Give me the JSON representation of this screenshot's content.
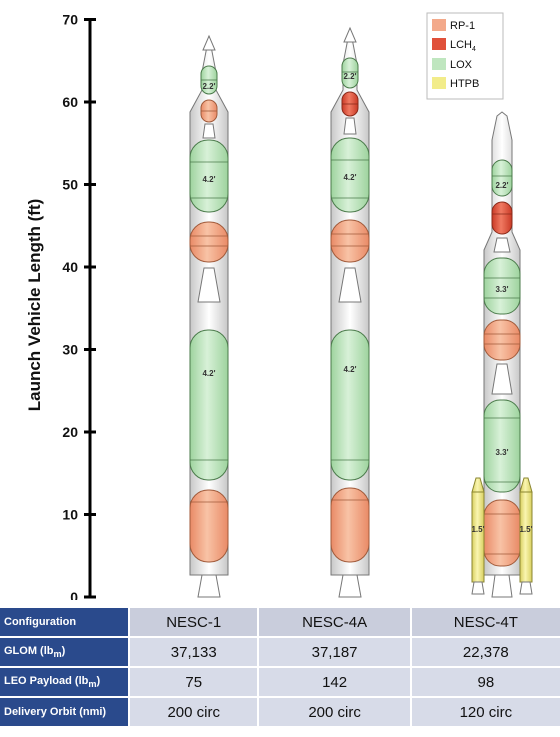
{
  "chart": {
    "y_axis_label": "Launch Vehicle Length (ft)",
    "y_ticks": [
      "0",
      "10",
      "20",
      "30",
      "40",
      "50",
      "60",
      "70"
    ],
    "legend": [
      {
        "label": "RP-1",
        "color": "#f3a98a"
      },
      {
        "label": "LCH",
        "sub": "4",
        "color": "#e0503a"
      },
      {
        "label": "LOX",
        "color": "#bfe6bf"
      },
      {
        "label": "HTPB",
        "color": "#f2ec8a"
      }
    ],
    "diameter_labels": {
      "v1_upper": "2.2'",
      "v1_mid": "4.2'",
      "v1_low": "4.2'",
      "v2_upper": "2.2'",
      "v2_mid": "4.2'",
      "v2_low": "4.2'",
      "v3_upper": "2.2'",
      "v3_mid": "3.3'",
      "v3_low": "3.3'",
      "v3_booster": "1.5'"
    }
  },
  "table": {
    "rows": [
      {
        "label": "Configuration",
        "values": [
          "NESC-1",
          "NESC-4A",
          "NESC-4T"
        ]
      },
      {
        "label": "GLOM (lb",
        "label_sub": "m",
        "label_end": ")",
        "values": [
          "37,133",
          "37,187",
          "22,378"
        ]
      },
      {
        "label": "LEO Payload (lb",
        "label_sub": "m",
        "label_end": ")",
        "values": [
          "75",
          "142",
          "98"
        ]
      },
      {
        "label": "Delivery Orbit (nmi)",
        "values": [
          "200 circ",
          "200 circ",
          "120 circ"
        ]
      }
    ]
  },
  "colors": {
    "rp1": "#f3a98a",
    "lch4": "#e0503a",
    "lox": "#bfe6bf",
    "htpb": "#f2ec8a",
    "table_header": "#2a4a8c",
    "table_cell": "#d7dbe8"
  }
}
